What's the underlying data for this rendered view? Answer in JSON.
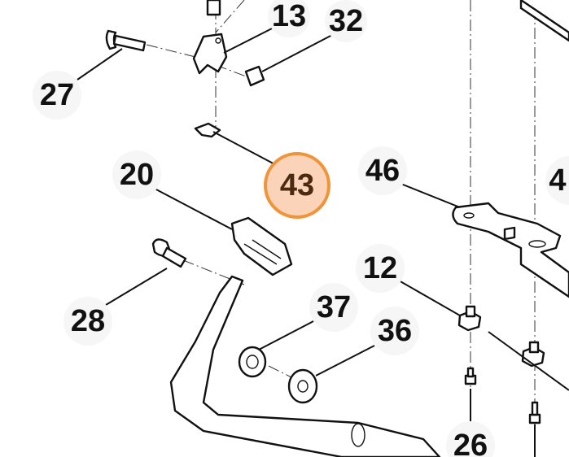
{
  "diagram": {
    "callouts": [
      {
        "id": "c13",
        "label": "13"
      },
      {
        "id": "c32",
        "label": "32"
      },
      {
        "id": "c27",
        "label": "27"
      },
      {
        "id": "c43",
        "label": "43",
        "highlighted": true
      },
      {
        "id": "c20",
        "label": "20"
      },
      {
        "id": "c46",
        "label": "46"
      },
      {
        "id": "c4",
        "label": "4"
      },
      {
        "id": "c12",
        "label": "12"
      },
      {
        "id": "c28",
        "label": "28"
      },
      {
        "id": "c37",
        "label": "37"
      },
      {
        "id": "c36",
        "label": "36"
      },
      {
        "id": "c26",
        "label": "26"
      }
    ],
    "colors": {
      "highlight_ring": "#f0943a",
      "highlight_fill": "#fbd3b8",
      "highlight_text": "#4a2a10",
      "bubble": "#f6f6f6"
    }
  }
}
